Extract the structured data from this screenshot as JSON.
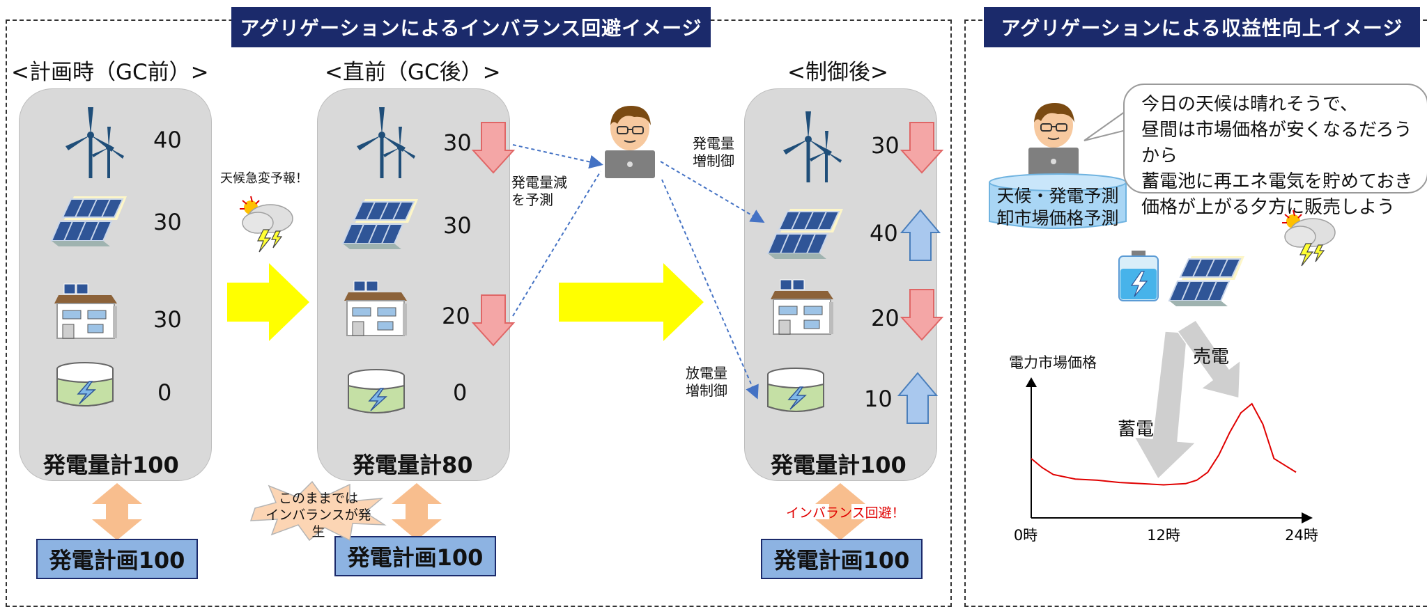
{
  "left_section": {
    "title": "アグリゲーションによるインバランス回避イメージ",
    "stages": [
      {
        "title": "<計画時（GC前）>",
        "values": [
          "40",
          "30",
          "30",
          "0"
        ],
        "total": "発電量計100",
        "plan": "発電計画100"
      },
      {
        "title": "<直前（GC後）>",
        "values": [
          "30",
          "30",
          "20",
          "0"
        ],
        "total": "発電量計80",
        "plan": "発電計画100"
      },
      {
        "title": "<制御後>",
        "values": [
          "30",
          "40",
          "20",
          "10"
        ],
        "total": "発電量計100",
        "plan": "発電計画100"
      }
    ],
    "weather_alert": "天候急変予報！",
    "prediction_note": "発電量減\nを予測",
    "control_gen": "発電量\n増制御",
    "control_discharge": "放電量\n増制御",
    "imbalance_burst": "このままでは\nインバランスが発生",
    "imbalance_avoided": "インバランス回避！",
    "colors": {
      "banner": "#1b2a6b",
      "plan_box": "#8db3e2",
      "panel": "#d9d9d9",
      "down_arrow": "#f4a6a6",
      "up_arrow": "#a9c8ee",
      "big_arrow": "#ffff00",
      "double_arrow": "#f8be8e",
      "alert_text": "#e00000"
    }
  },
  "right_section": {
    "title": "アグリゲーションによる収益性向上イメージ",
    "speech": "今日の天候は晴れそうで、\n昼間は市場価格が安くなるだろうから\n蓄電池に再エネ電気を貯めておき\n価格が上がる夕方に販売しよう",
    "cylinder": "天候・発電予測\n卸市場価格予測",
    "charge_label": "蓄電",
    "sell_label": "売電",
    "chart_data": {
      "type": "line",
      "title": "",
      "ylabel": "電力市場価格",
      "xlabel": "",
      "x_ticks": [
        "0時",
        "12時",
        "24時"
      ],
      "x": [
        0,
        1,
        2,
        4,
        6,
        8,
        10,
        12,
        14,
        15,
        16,
        17,
        18,
        19,
        20,
        21,
        22,
        23,
        24
      ],
      "series": [
        {
          "values": [
            0.52,
            0.44,
            0.38,
            0.34,
            0.33,
            0.31,
            0.3,
            0.29,
            0.3,
            0.33,
            0.4,
            0.55,
            0.75,
            0.92,
            1.0,
            0.82,
            0.52,
            0.46,
            0.4
          ]
        }
      ],
      "xlim": [
        0,
        24
      ],
      "ylim": [
        0,
        1.1
      ],
      "grid": false,
      "line_color": "#e00000"
    }
  }
}
